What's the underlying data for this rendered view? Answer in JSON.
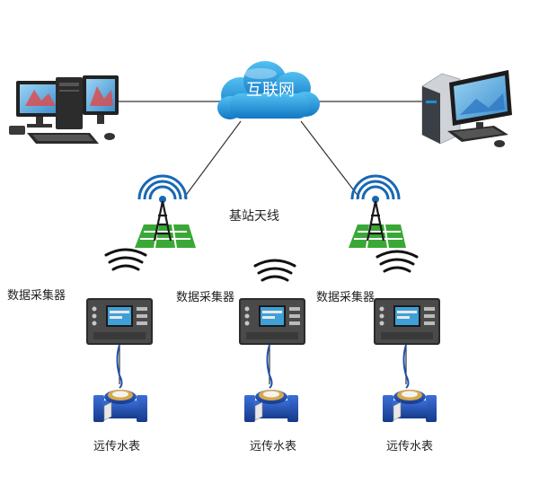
{
  "network": {
    "cloud_label": "互联网",
    "antenna_label": "基站天线",
    "collector_label": "数据采集器",
    "meter_label": "远传水表"
  },
  "nodes": {
    "left_computer": "workstation-computer-icon",
    "right_computer": "desktop-computer-icon",
    "cloud": "internet-cloud-icon",
    "antennas": [
      "antenna-tower-icon",
      "antenna-tower-icon"
    ],
    "collectors": [
      "data-collector-icon",
      "data-collector-icon",
      "data-collector-icon"
    ],
    "meters": [
      "water-meter-icon",
      "water-meter-icon",
      "water-meter-icon"
    ]
  },
  "colors": {
    "cloud": "#1b8fd6",
    "meter_blue": "#1f4fb0",
    "antenna_blue": "#1768b5",
    "map_green": "#3aa836",
    "line": "#333333"
  }
}
